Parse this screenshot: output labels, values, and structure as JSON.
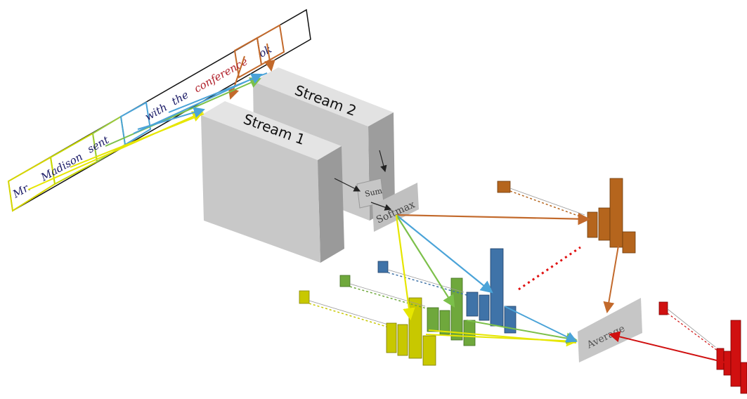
{
  "streams": {
    "stream1_label": "Stream 1",
    "stream2_label": "Stream 2"
  },
  "sum_label": "Sum",
  "softmax_label": "Softmax",
  "average_label": "Average",
  "handwriting_line": {
    "words": [
      "Mr.",
      "Madison",
      "sent",
      "",
      "with",
      "the",
      "conference",
      "ok"
    ],
    "colors": [
      "#d6d600",
      "#d6d600",
      "#9ccc3c",
      "#6fa8dc",
      "#4aa3d8",
      "#4aa3d8",
      "#c0392b",
      "#b8642a"
    ]
  },
  "colors": {
    "yellow": "#c8c800",
    "green": "#6fa83c",
    "blue": "#3f73a8",
    "orange": "#b5651d",
    "red": "#d01010",
    "box_gray": "#c8c8c8"
  }
}
